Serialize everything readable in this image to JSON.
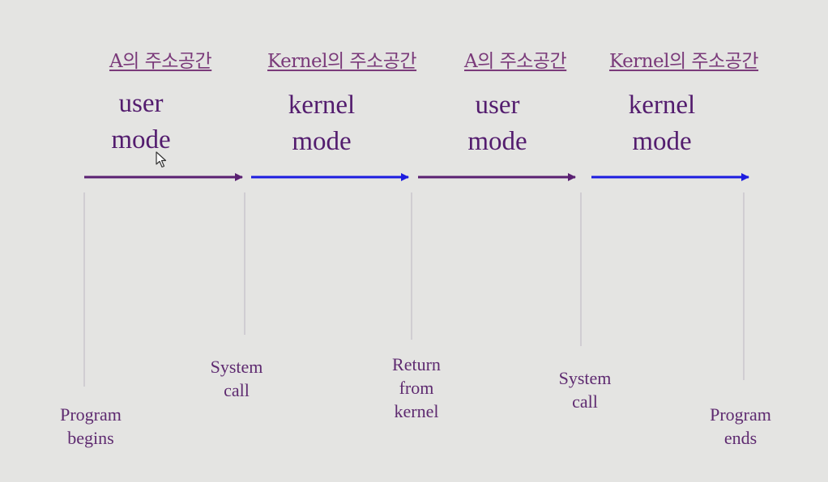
{
  "colors": {
    "background": "#e4e4e2",
    "user_arrow": "#5a2072",
    "kernel_arrow": "#1c1ce0",
    "label_text": "#5e2a70",
    "space_label_text": "#7a3a7a",
    "tick_line": "#c9c5cc"
  },
  "segments": [
    {
      "space": "A의 주소공간",
      "mode_line1": "user",
      "mode_line2": "mode",
      "arrow_type": "user"
    },
    {
      "space": "Kernel의 주소공간",
      "mode_line1": "kernel",
      "mode_line2": "mode",
      "arrow_type": "kernel"
    },
    {
      "space": "A의 주소공간",
      "mode_line1": "user",
      "mode_line2": "mode",
      "arrow_type": "user"
    },
    {
      "space": "Kernel의 주소공간",
      "mode_line1": "kernel",
      "mode_line2": "mode",
      "arrow_type": "kernel"
    }
  ],
  "events": [
    {
      "lines": [
        "Program",
        "begins"
      ]
    },
    {
      "lines": [
        "System",
        "call"
      ]
    },
    {
      "lines": [
        "Return",
        "from",
        "kernel"
      ]
    },
    {
      "lines": [
        "System",
        "call"
      ]
    },
    {
      "lines": [
        "Program",
        "ends"
      ]
    }
  ],
  "cursor": {
    "icon": "mouse-pointer-icon"
  }
}
